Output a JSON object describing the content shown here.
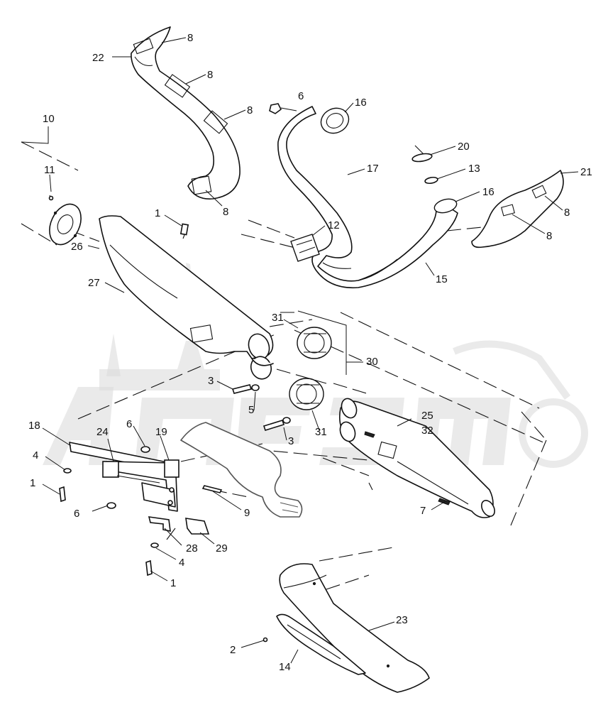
{
  "watermark": {
    "color": "#d9d9d9"
  },
  "callouts": {
    "c1a": "1",
    "c1b": "1",
    "c1c": "1",
    "c2": "2",
    "c3a": "3",
    "c3b": "3",
    "c4a": "4",
    "c4b": "4",
    "c5": "5",
    "c6a": "6",
    "c6b": "6",
    "c6c": "6",
    "c7": "7",
    "c8a": "8",
    "c8b": "8",
    "c8c": "8",
    "c8d": "8",
    "c8e": "8",
    "c8f": "8",
    "c9": "9",
    "c10": "10",
    "c11": "11",
    "c12": "12",
    "c13": "13",
    "c14": "14",
    "c15": "15",
    "c16a": "16",
    "c16b": "16",
    "c17": "17",
    "c18": "18",
    "c19": "19",
    "c20": "20",
    "c21": "21",
    "c22": "22",
    "c23": "23",
    "c24": "24",
    "c25": "25",
    "c26": "26",
    "c27": "27",
    "c28": "28",
    "c29": "29",
    "c30": "30",
    "c31a": "31",
    "c31b": "31",
    "c32": "32"
  }
}
